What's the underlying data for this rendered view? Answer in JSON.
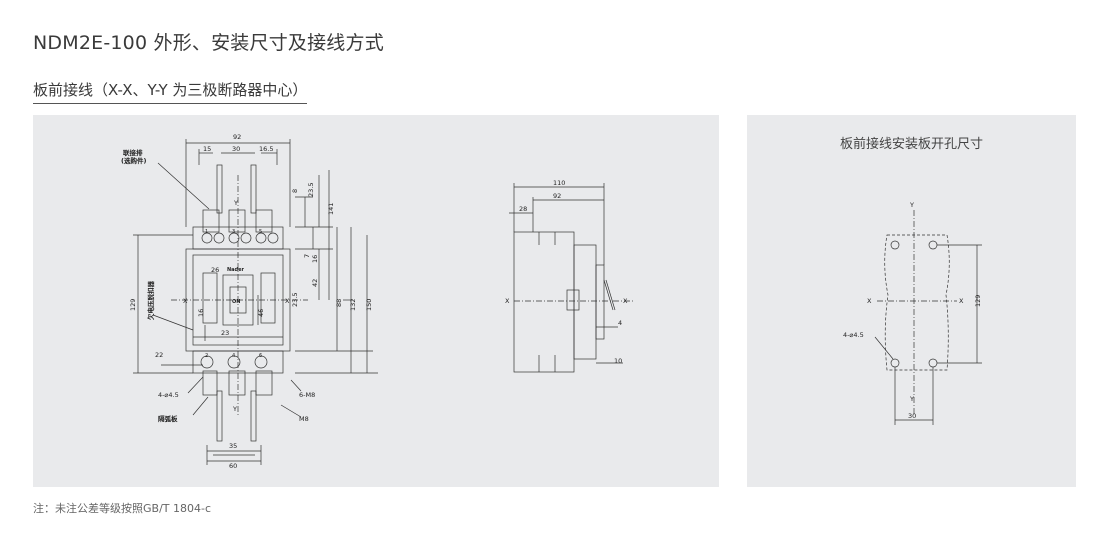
{
  "title": "NDM2E-100 外形、安装尺寸及接线方式",
  "subtitle": "板前接线（X-X、Y-Y 为三极断路器中心）",
  "side_panel_title": "板前接线安装板开孔尺寸",
  "note": "注：未注公差等级按照GB/T 1804-c",
  "front_view": {
    "dim_92": "92",
    "dim_15": "15",
    "dim_30": "30",
    "dim_16_5": "16.5",
    "label_link_bar": "联接排",
    "label_optional": "(选购件)",
    "axis_y": "Y",
    "axis_x": "X",
    "dim_8": "8",
    "dim_23_5_top": "23.5",
    "dim_141": "141",
    "dim_7": "7",
    "dim_16": "16",
    "dim_42": "42",
    "dim_23_5": "23.5",
    "dim_88": "88",
    "dim_132": "132",
    "dim_150": "150",
    "dim_129": "129",
    "label_uv_release": "欠电压脱扣器",
    "dim_26": "26",
    "dim_16_b": "16",
    "dim_46": "46",
    "dim_23": "23",
    "dim_22": "22",
    "label_hole": "4-⌀4.5",
    "label_barrier": "隔弧板",
    "label_6m8": "6-M8",
    "label_m8": "M8",
    "dim_35": "35",
    "dim_60": "60",
    "terminal_top_1": "1",
    "terminal_top_3": "3",
    "terminal_top_5": "5",
    "terminal_bot_2": "2",
    "terminal_bot_4": "4",
    "terminal_bot_6": "6",
    "brand": "Nader",
    "switch_on": "ON"
  },
  "side_view": {
    "dim_110": "110",
    "dim_92": "92",
    "dim_28": "28",
    "dim_4": "4",
    "dim_10": "10",
    "axis_x": "X"
  },
  "cutout": {
    "axis_y": "Y",
    "axis_x": "X",
    "dim_129": "129",
    "label_hole": "4-⌀4.5",
    "dim_30": "30"
  }
}
